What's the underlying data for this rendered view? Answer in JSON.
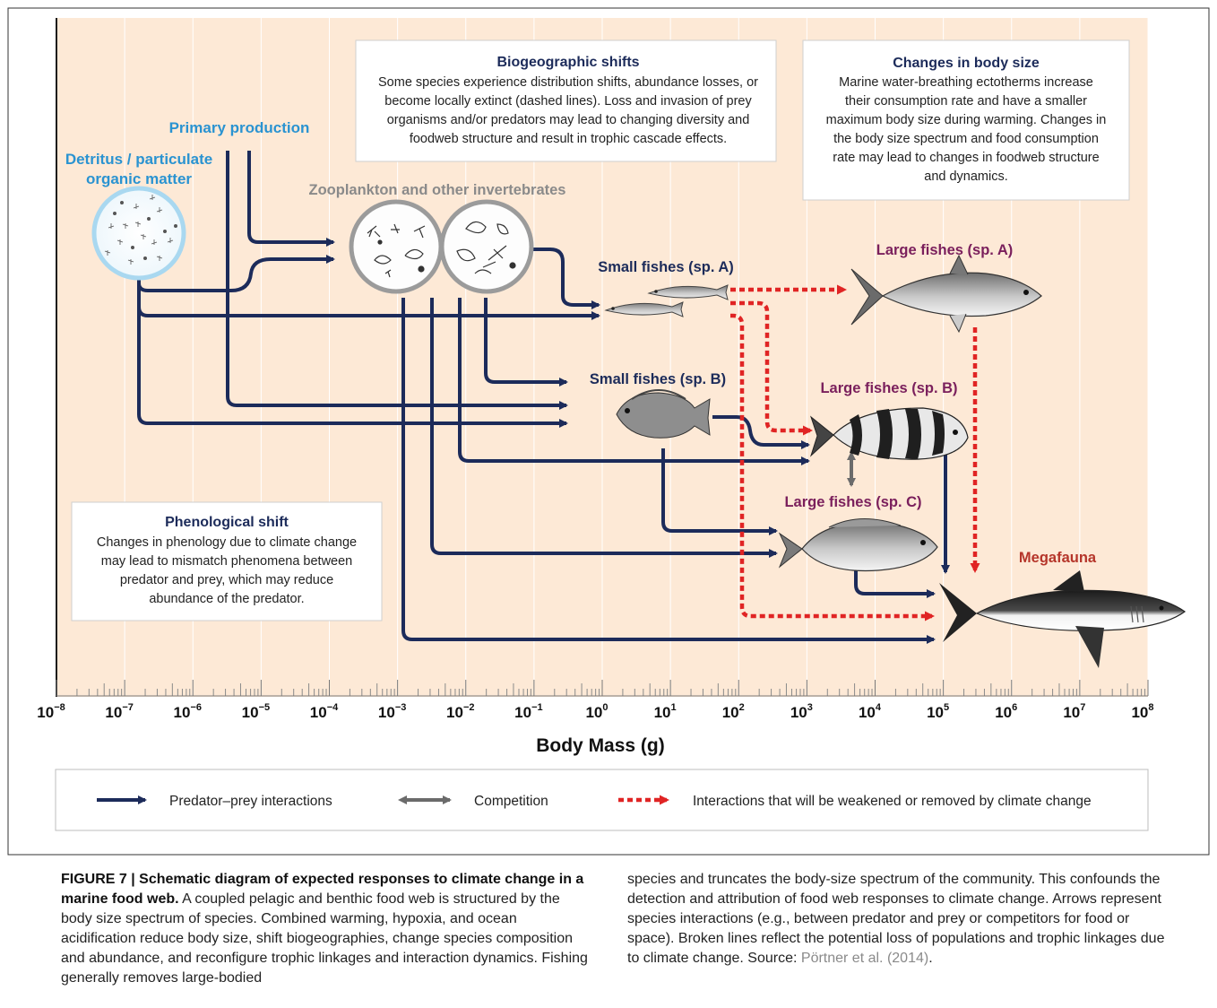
{
  "diagram": {
    "axis": {
      "title": "Body Mass (g)",
      "ticks": [
        {
          "base": "10",
          "exp": "−8"
        },
        {
          "base": "10",
          "exp": "−7"
        },
        {
          "base": "10",
          "exp": "−6"
        },
        {
          "base": "10",
          "exp": "−5"
        },
        {
          "base": "10",
          "exp": "−4"
        },
        {
          "base": "10",
          "exp": "−3"
        },
        {
          "base": "10",
          "exp": "−2"
        },
        {
          "base": "10",
          "exp": "−1"
        },
        {
          "base": "10",
          "exp": "0"
        },
        {
          "base": "10",
          "exp": "1"
        },
        {
          "base": "10",
          "exp": "2"
        },
        {
          "base": "10",
          "exp": "3"
        },
        {
          "base": "10",
          "exp": "4"
        },
        {
          "base": "10",
          "exp": "5"
        },
        {
          "base": "10",
          "exp": "6"
        },
        {
          "base": "10",
          "exp": "7"
        },
        {
          "base": "10",
          "exp": "8"
        }
      ]
    },
    "labels": {
      "primary_production": "Primary production",
      "detritus_line1": "Detritus / particulate",
      "detritus_line2": "organic matter",
      "zooplankton": "Zooplankton and other invertebrates",
      "small_fish_a": "Small fishes (sp. A)",
      "small_fish_b": "Small fishes (sp. B)",
      "large_fish_a": "Large fishes (sp. A)",
      "large_fish_b": "Large fishes (sp. B)",
      "large_fish_c": "Large fishes (sp. C)",
      "megafauna": "Megafauna"
    },
    "boxes": {
      "biogeographic": {
        "title": "Biogeographic shifts",
        "lines": [
          "Some species experience distribution shifts, abundance losses, or",
          "become locally extinct (dashed lines). Loss and invasion of prey",
          "organisms and/or predators may lead to changing diversity and",
          "foodweb structure and result in trophic cascade effects."
        ]
      },
      "body_size": {
        "title": "Changes in body size",
        "lines": [
          "Marine water-breathing ectotherms increase",
          "their consumption rate and have a  smaller",
          "maximum body size during warming. Changes in",
          "the body size spectrum and food consumption",
          "rate may lead to changes in foodweb structure",
          "and dynamics."
        ]
      },
      "phenological": {
        "title": "Phenological shift",
        "lines": [
          "Changes in phenology due to climate change",
          "may lead to mismatch phenomena between",
          "predator and prey, which may reduce",
          "abundance of the predator."
        ]
      }
    },
    "legend": {
      "predator_prey": "Predator–prey interactions",
      "competition": "Competition",
      "weakened": "Interactions that will be weakened or removed by climate change"
    },
    "colors": {
      "background": "#fde9d6",
      "arrow_navy": "#1c2b5a",
      "dashed_red": "#e02424",
      "competition_gray": "#6b6b6b",
      "label_blue": "#2a93d1",
      "label_purple": "#7a1f5c",
      "label_navy": "#1c2b5a",
      "label_gray": "#8a8a8a",
      "megafauna_red": "#b5352a"
    },
    "icons": {
      "detritus": "detritus-circle-icon",
      "zooplankton": "zooplankton-circle-icon",
      "small_fish_a": "small-fish-a-icon",
      "small_fish_b": "small-fish-b-icon",
      "large_fish_a": "tuna-icon",
      "large_fish_b": "grouper-icon",
      "large_fish_c": "snapper-icon",
      "megafauna": "shark-icon"
    }
  },
  "caption": {
    "label": "FIGURE 7 | Schematic diagram of expected responses to climate change in a marine food web.",
    "body_left": "A coupled pelagic and benthic food web is structured by the body size spectrum of species. Combined warming, hypoxia, and ocean acidification reduce body size, shift biogeographies, change species composition and abundance, and reconfigure trophic linkages and interaction dynamics. Fishing generally removes large-bodied",
    "body_right": "species and truncates the body-size spectrum of the community. This confounds the detection and attribution of food web responses to climate change. Arrows represent species interactions (e.g., between predator and prey or competitors for food or space). Broken lines reflect the potential loss of populations and trophic linkages due to climate change. Source: ",
    "source_link": "Pörtner et al. (2014)",
    "end": "."
  }
}
